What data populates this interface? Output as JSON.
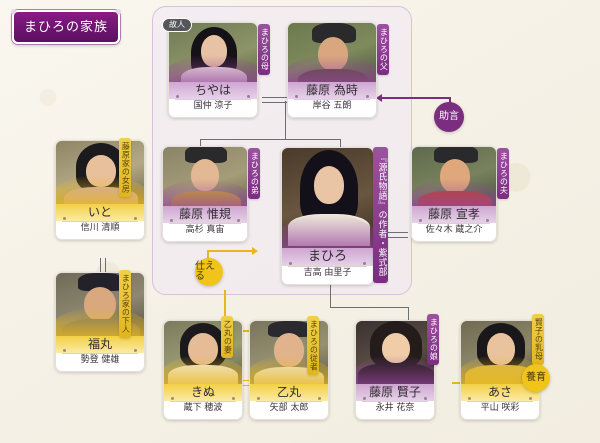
{
  "title": "まひろの家族",
  "badges": {
    "advice": "助言",
    "serve": "仕える",
    "raise": "養育",
    "deceased": "故人"
  },
  "cards": {
    "mother": {
      "name": "ちやは",
      "actor": "国仲 涼子",
      "tag": "まひろの母",
      "chip": "故人",
      "theme": "purple"
    },
    "father": {
      "name": "藤原 為時",
      "actor": "岸谷 五朗",
      "tag": "まひろの父",
      "theme": "purple"
    },
    "brother": {
      "name": "藤原 惟規",
      "actor": "高杉 真宙",
      "tag": "まひろの弟",
      "theme": "purple"
    },
    "main": {
      "name": "まひろ",
      "actor": "吉高 由里子",
      "tag": "『源氏物語』の作者・紫式部",
      "theme": "purple"
    },
    "husband": {
      "name": "藤原 宣孝",
      "actor": "佐々木 蔵之介",
      "tag": "まひろの夫",
      "theme": "purple"
    },
    "ito": {
      "name": "いと",
      "actor": "信川 清順",
      "tag": "藤原家の女房",
      "theme": "gold"
    },
    "fukumaru": {
      "name": "福丸",
      "actor": "勢登 健雄",
      "tag": "まひろ家の下人",
      "theme": "gold"
    },
    "kinu": {
      "name": "きぬ",
      "actor": "蔵下 穂波",
      "tag": "乙丸の妻",
      "theme": "gold"
    },
    "otomaru": {
      "name": "乙丸",
      "actor": "矢部 太郎",
      "tag": "まひろの従者",
      "theme": "gold"
    },
    "daughter": {
      "name": "藤原 賢子",
      "actor": "永井 花奈",
      "tag": "まひろの娘",
      "theme": "purple"
    },
    "asa": {
      "name": "あさ",
      "actor": "平山 咲彩",
      "tag": "賢子の乳母",
      "theme": "gold"
    }
  },
  "colors": {
    "purple": "#7b2d80",
    "gold": "#e8b71d",
    "panel": "#f1e8f3",
    "background": "#f6f2e9",
    "line": "#6b6f73"
  }
}
